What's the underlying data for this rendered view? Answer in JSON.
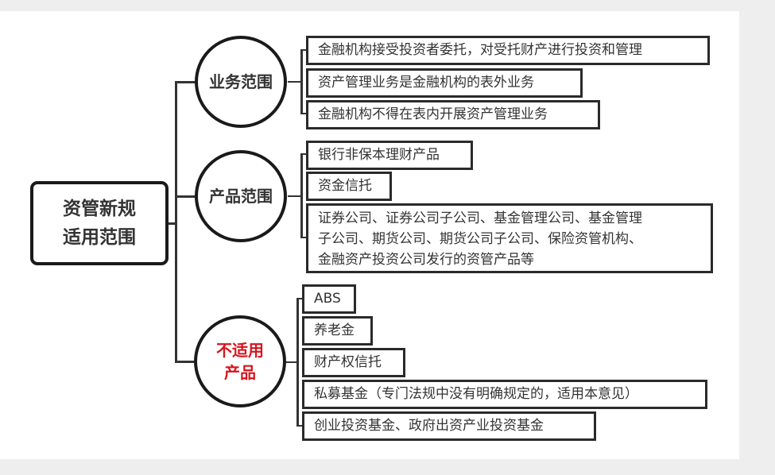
{
  "root": {
    "line1": "资管新规",
    "line2": "适用范围"
  },
  "branches": [
    {
      "label": "业务范围",
      "items": [
        "金融机构接受投资者委托，对受托财产进行投资和管理",
        "资产管理业务是金融机构的表外业务",
        "金融机构不得在表内开展资产管理业务"
      ]
    },
    {
      "label": "产品范围",
      "items": [
        "银行非保本理财产品",
        "资金信托",
        "证券公司、证券公司子公司、基金管理公司、基金管理",
        "子公司、期货公司、期货公司子公司、保险资管机构、",
        "金融资产投资公司发行的资管产品等"
      ]
    },
    {
      "label_line1": "不适用",
      "label_line2": "产品",
      "items": [
        "ABS",
        "养老金",
        "财产权信托",
        "私募基金（专门法规中没有明确规定的，适用本意见）",
        "创业投资基金、政府出资产业投资基金"
      ]
    }
  ],
  "colors": {
    "highlight": "#d8141c",
    "border": "#1a1a1a",
    "background": "#eeeeee"
  }
}
